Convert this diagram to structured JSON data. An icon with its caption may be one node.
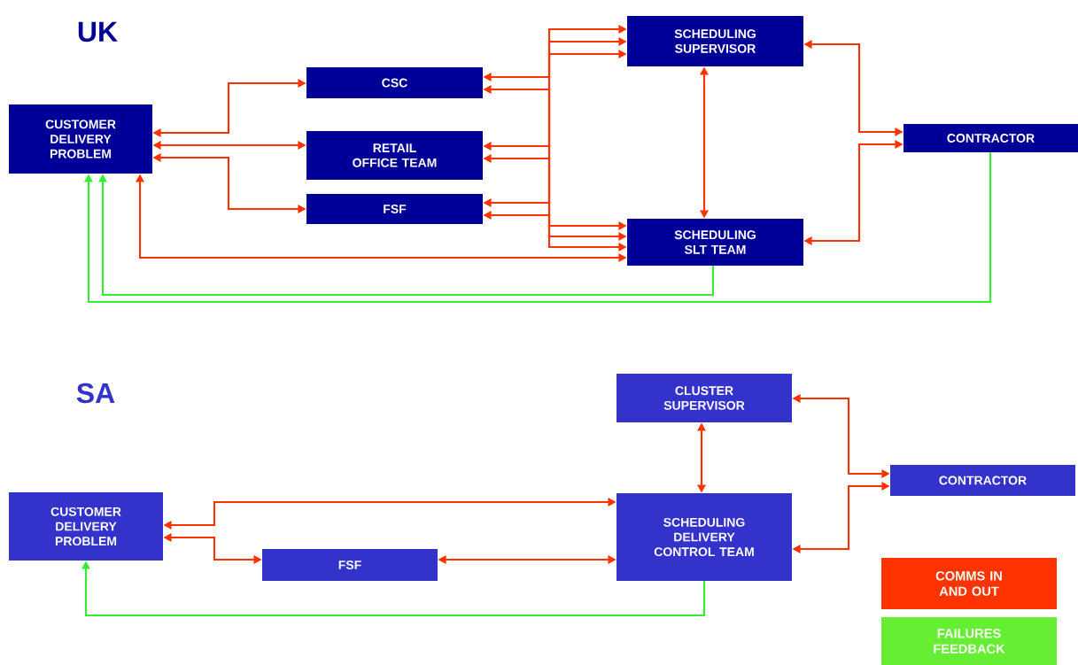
{
  "diagram": {
    "nodes": [
      {
        "text": [
          "CUSTOMER DELIVERY PROBLEM"
        ]
      },
      {
        "text": [
          "CSC"
        ]
      },
      {
        "text": [
          "RETAIL OFFICE TEAM"
        ]
      },
      {
        "text": [
          "FSF"
        ]
      },
      {
        "text": [
          "SCHEDULING SUPERVISOR"
        ]
      },
      {
        "text": [
          "SCHEDULING SLT TEAM"
        ]
      },
      {
        "text": [
          "CONTRACTOR"
        ]
      },
      {
        "text": [
          "CUSTOMER DELIVERY PROBLEM"
        ]
      },
      {
        "text": [
          "FSF"
        ]
      },
      {
        "text": [
          "CLUSTER SUPERVISOR"
        ]
      },
      {
        "text": [
          "SCHEDULING DELIVERY CONTROL TEAM"
        ]
      },
      {
        "text": [
          "CONTRACTOR"
        ]
      }
    ],
    "edges": [
      {
        "from": 0,
        "to": 1,
        "arrow": "both"
      },
      {
        "from": 0,
        "to": 2,
        "arrow": "both"
      },
      {
        "from": 0,
        "to": 3,
        "arrow": "both"
      },
      {
        "from": 1,
        "to": 4,
        "arrow": "both"
      },
      {
        "from": 1,
        "to": 5,
        "arrow": "both"
      },
      {
        "from": 2,
        "to": 4,
        "arrow": "both"
      },
      {
        "from": 2,
        "to": 5,
        "arrow": "both"
      },
      {
        "from": 3,
        "to": 4,
        "arrow": "both"
      },
      {
        "from": 3,
        "to": 5,
        "arrow": "both"
      },
      {
        "from": 4,
        "to": 5,
        "arrow": "both"
      },
      {
        "from": 4,
        "to": 6,
        "arrow": "both"
      },
      {
        "from": 5,
        "to": 6,
        "arrow": "both"
      },
      {
        "from": 5,
        "to": 0,
        "arrow": "both"
      },
      {
        "from": 6,
        "to": 0,
        "arrow": "to",
        "color": "#33ee33"
      },
      {
        "from": 5,
        "to": 0,
        "arrow": "to",
        "color": "#33ee33"
      },
      {
        "from": 7,
        "to": 10,
        "arrow": "both"
      },
      {
        "from": 7,
        "to": 8,
        "arrow": "both"
      },
      {
        "from": 8,
        "to": 10,
        "arrow": "both"
      },
      {
        "from": 9,
        "to": 10,
        "arrow": "both"
      },
      {
        "from": 9,
        "to": 11,
        "arrow": "both"
      },
      {
        "from": 10,
        "to": 11,
        "arrow": "both"
      },
      {
        "from": 10,
        "to": 7,
        "arrow": "to",
        "color": "#33ee33"
      }
    ],
    "labels": [
      "UK",
      "SA"
    ],
    "legend": [
      {
        "text": "COMMS IN AND OUT",
        "color": "#ff3300"
      },
      {
        "text": "FAILURES FEEDBACK",
        "color": "#66ee33"
      }
    ]
  }
}
